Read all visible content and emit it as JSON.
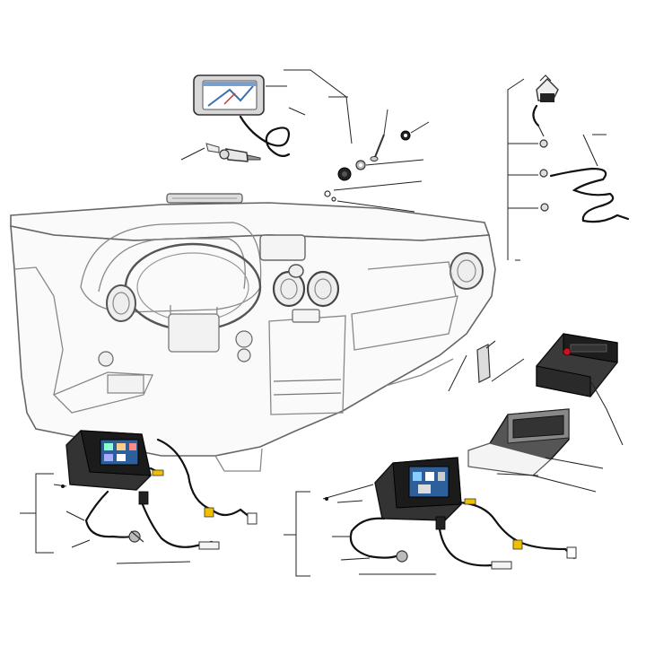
{
  "diagram": {
    "kind": "exploded-installation-view",
    "colors": {
      "outline": "#222222",
      "dashboard_line": "#666666",
      "screen_dark": "#1b1b1b",
      "screen_blue": "#2d5f9a",
      "connector_yellow": "#f0c000",
      "radio_red": "#cc1122"
    },
    "components": [
      {
        "id": "gps-unit",
        "icon": "gps-navigator-icon"
      },
      {
        "id": "gps-cable",
        "icon": "coiled-cable-icon"
      },
      {
        "id": "cigarette-adapter",
        "icon": "plug-adapter-icon"
      },
      {
        "id": "antenna-knob",
        "icon": "knob-icon"
      },
      {
        "id": "screw",
        "icon": "screw-icon"
      },
      {
        "id": "nut",
        "icon": "nut-icon"
      },
      {
        "id": "washer",
        "icon": "washer-icon"
      },
      {
        "id": "mic-clip",
        "icon": "microphone-icon"
      },
      {
        "id": "mic-cable",
        "icon": "coiled-cable-icon"
      },
      {
        "id": "dashboard",
        "icon": "car-dashboard-icon"
      },
      {
        "id": "double-din-unit-left",
        "icon": "car-stereo-icon"
      },
      {
        "id": "double-din-unit-right",
        "icon": "car-stereo-icon"
      },
      {
        "id": "single-din-radio",
        "icon": "car-radio-icon"
      },
      {
        "id": "mounting-sleeve",
        "icon": "mounting-frame-icon"
      },
      {
        "id": "bracket",
        "icon": "bracket-icon"
      },
      {
        "id": "usb-cable",
        "icon": "usb-cable-icon"
      },
      {
        "id": "camera-cable",
        "icon": "cable-connector-icon"
      }
    ]
  }
}
